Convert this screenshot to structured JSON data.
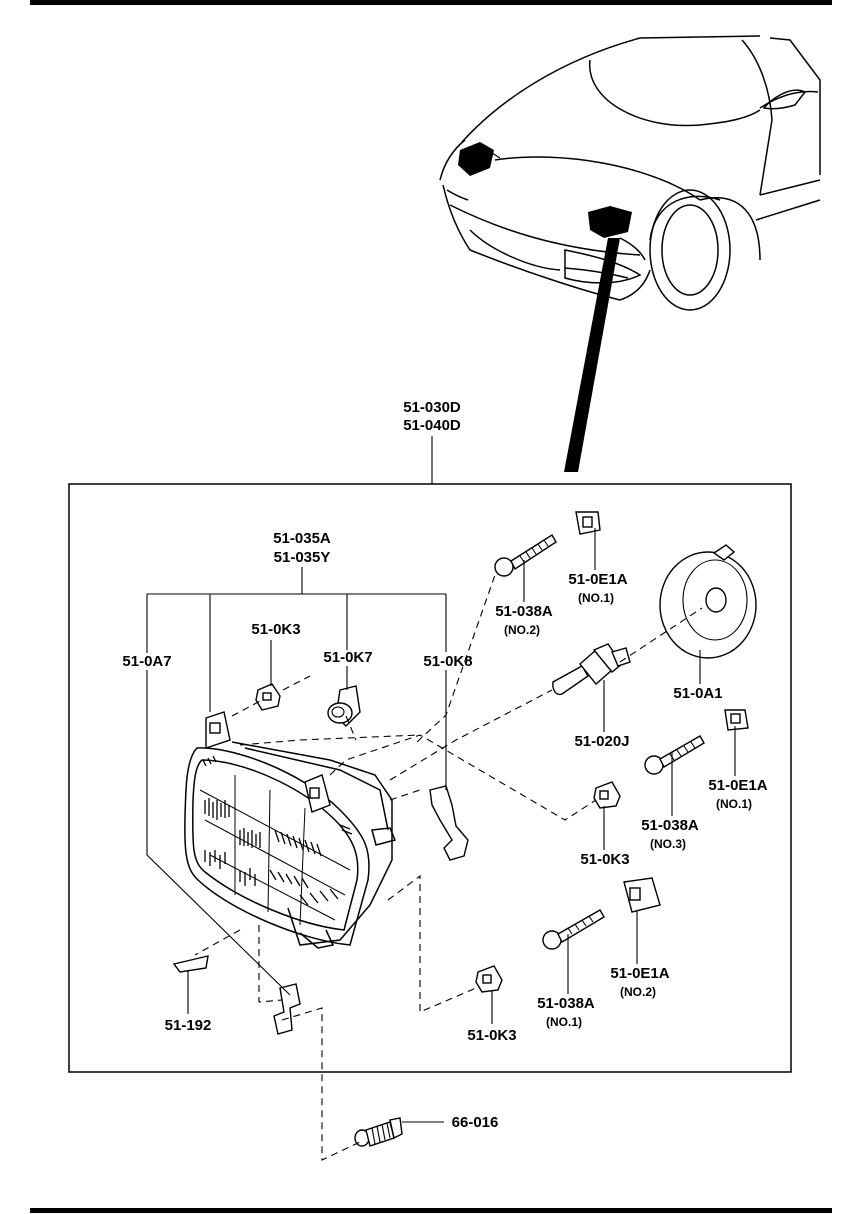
{
  "assembly": {
    "code_line1": "51-030D",
    "code_line2": "51-040D"
  },
  "group": {
    "code_line1": "51-035A",
    "code_line2": "51-035Y"
  },
  "parts": {
    "p_0A7": "51-0A7",
    "p_0K3_top": "51-0K3",
    "p_0K7": "51-0K7",
    "p_0K8": "51-0K8",
    "p_038A_no2": {
      "code": "51-038A",
      "note": "(NO.2)"
    },
    "p_0E1A_no1_top": {
      "code": "51-0E1A",
      "note": "(NO.1)"
    },
    "p_0A1": "51-0A1",
    "p_020J": "51-020J",
    "p_0E1A_no1_mid": {
      "code": "51-0E1A",
      "note": "(NO.1)"
    },
    "p_038A_no3": {
      "code": "51-038A",
      "note": "(NO.3)"
    },
    "p_0K3_mid": "51-0K3",
    "p_0E1A_no2": {
      "code": "51-0E1A",
      "note": "(NO.2)"
    },
    "p_038A_no1": {
      "code": "51-038A",
      "note": "(NO.1)"
    },
    "p_0K3_bottom": "51-0K3",
    "p_192": "51-192",
    "p_66_016": "66-016"
  }
}
